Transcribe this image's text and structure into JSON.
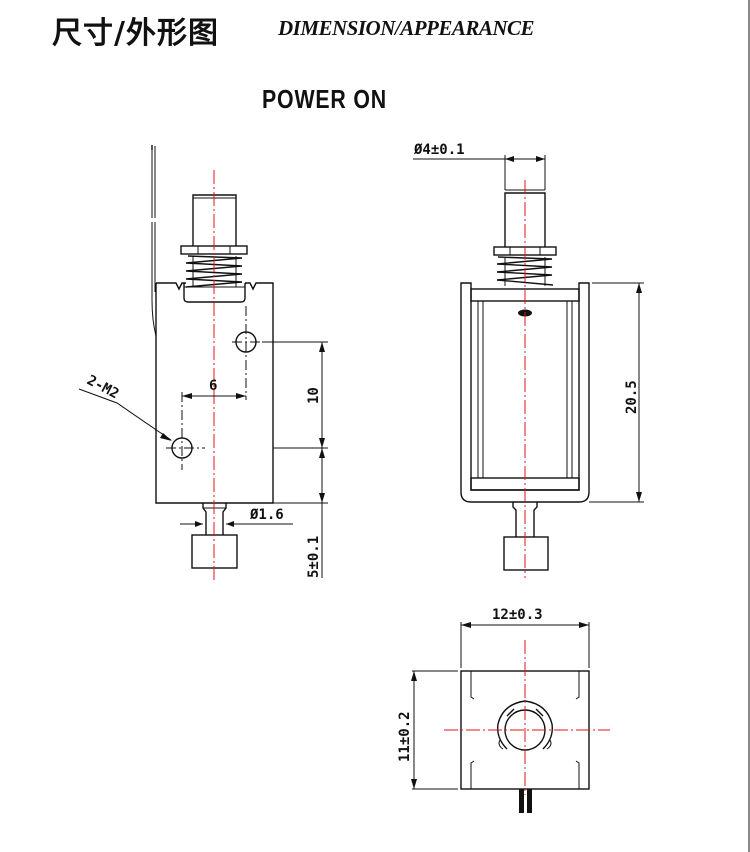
{
  "header": {
    "title_cn": "尺寸/外形图",
    "title_en": "DIMENSION/APPEARANCE"
  },
  "drawing": {
    "state_label": "POWER ON",
    "colors": {
      "line": "#111111",
      "centerline": "#e0141b"
    },
    "views": {
      "side_view": {
        "name": "side view",
        "dimensions": {
          "hole_spacing_horizontal": "6",
          "hole_spacing_vertical": "10",
          "mount_holes": "2-M2",
          "shaft_diameter": "Ø1.6",
          "plunger_extension": "5±0.1"
        }
      },
      "front_view": {
        "name": "front view",
        "dimensions": {
          "plunger_diameter": "Ø4±0.1",
          "body_height": "20.5"
        }
      },
      "bottom_view": {
        "name": "bottom view",
        "dimensions": {
          "width": "12±0.3",
          "depth": "11±0.2"
        }
      }
    }
  }
}
